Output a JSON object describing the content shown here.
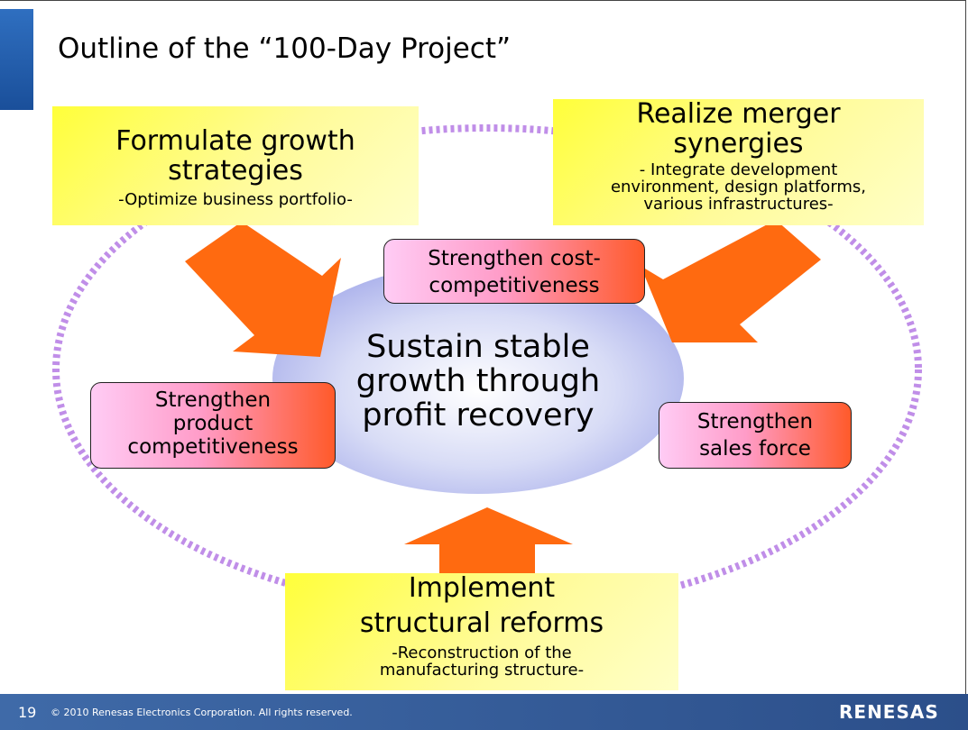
{
  "title": "Outline of the “100-Day Project”",
  "center": {
    "line1": "Sustain stable",
    "line2": "growth through",
    "line3": "profit recovery"
  },
  "boxes": {
    "growth": {
      "line1": "Formulate growth",
      "line2": "strategies",
      "sub": "-Optimize business portfolio-"
    },
    "synergy": {
      "line1": "Realize merger",
      "line2": "synergies",
      "sub1": "- Integrate development",
      "sub2": "environment, design platforms,",
      "sub3": "various infrastructures-"
    },
    "reform": {
      "line1": "Implement",
      "line2": "structural reforms",
      "sub1": "-Reconstruction of the",
      "sub2": "manufacturing structure-"
    }
  },
  "tags": {
    "cost": {
      "line1": "Strengthen cost-",
      "line2": "competitiveness"
    },
    "product": {
      "line1": "Strengthen",
      "line2": "product",
      "line3": "competitiveness"
    },
    "sales": {
      "line1": "Strengthen",
      "line2": "sales force"
    }
  },
  "footer": {
    "page": "19",
    "copyright": "© 2010 Renesas Electronics Corporation. All rights reserved.",
    "logo": "RENESAS"
  },
  "colors": {
    "accent": "#2f6fc0",
    "arrow": "#ff6a10",
    "dots": "#c08ee8",
    "footer": "#34589a"
  }
}
